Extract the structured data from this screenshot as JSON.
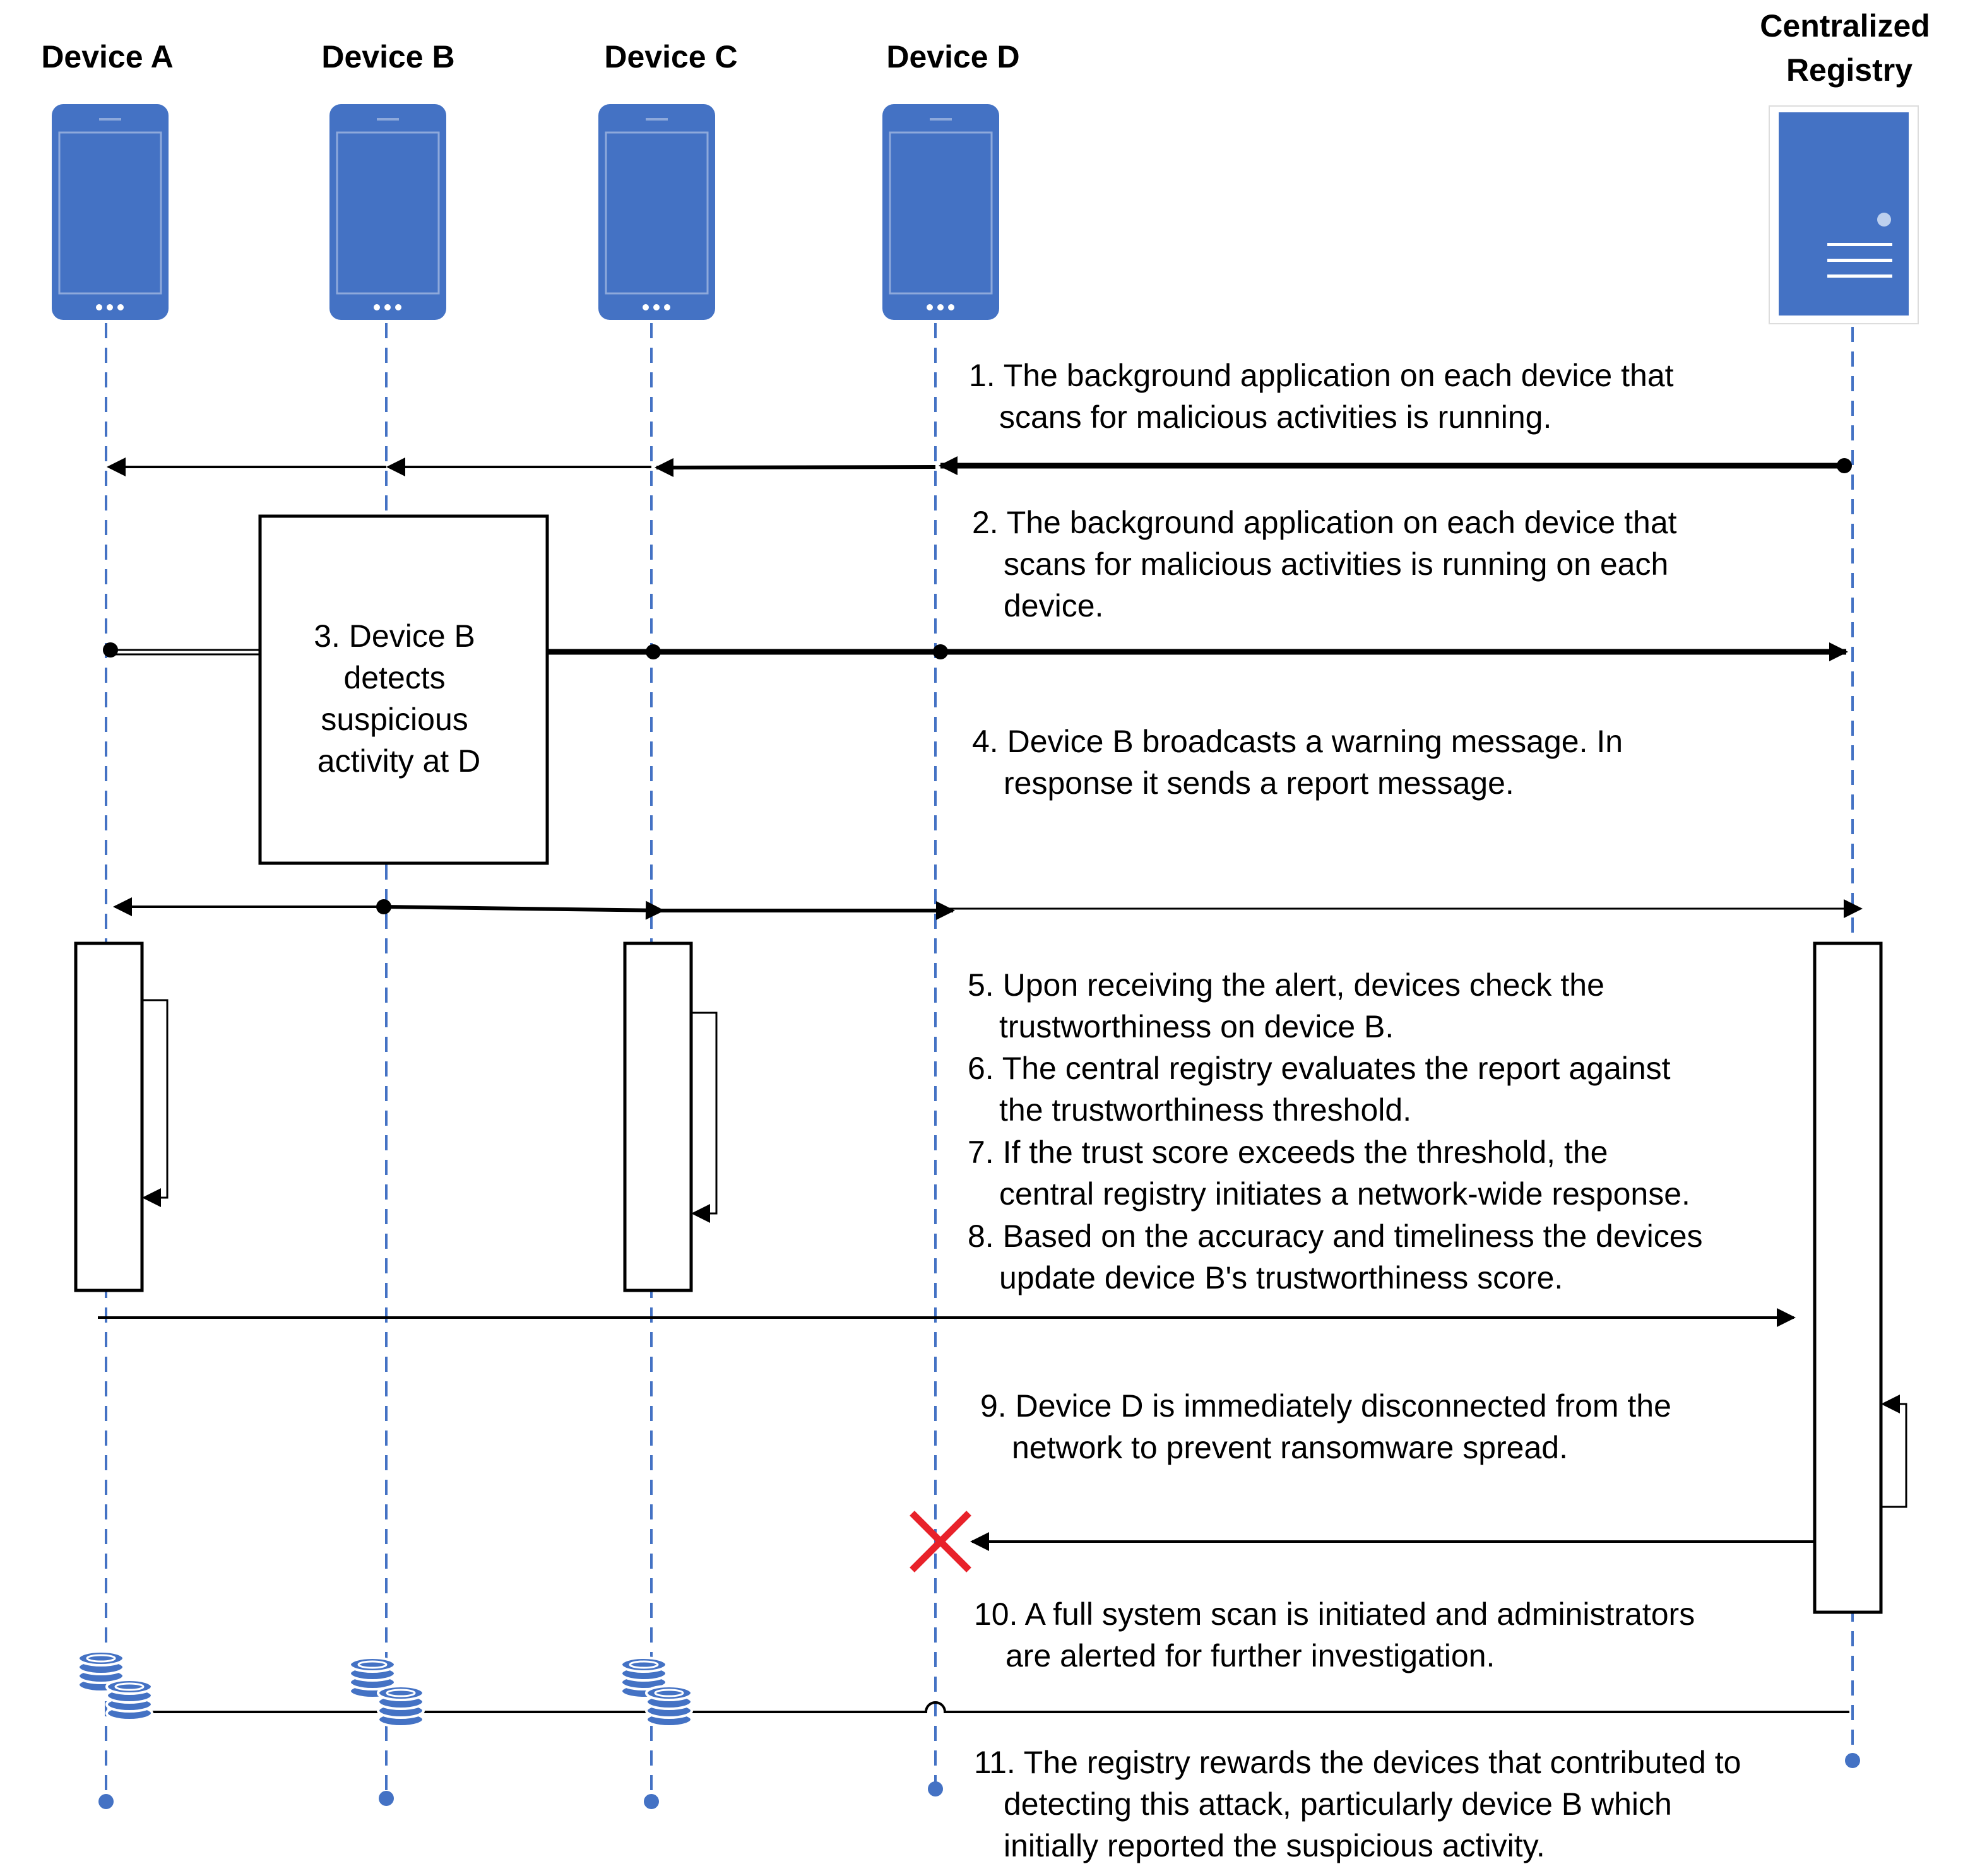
{
  "participants": [
    {
      "id": "a",
      "label": "Device A"
    },
    {
      "id": "b",
      "label": "Device B"
    },
    {
      "id": "c",
      "label": "Device C"
    },
    {
      "id": "d",
      "label": "Device D"
    },
    {
      "id": "registry",
      "label_lines": [
        "Centralized",
        "Registry"
      ]
    }
  ],
  "steps": {
    "s1": [
      "1. The background application on each device that",
      "scans for malicious activities is running."
    ],
    "s2": [
      "2. The background application on each device that",
      "scans for malicious activities is running on each",
      "device."
    ],
    "s3": [
      "3. Device B",
      "detects",
      "suspicious",
      "activity at D"
    ],
    "s4": [
      "4. Device B broadcasts a warning message. In",
      "response it sends a report message."
    ],
    "s5": [
      "5. Upon receiving the alert, devices check the",
      "trustworthiness on device B."
    ],
    "s6": [
      "6. The central registry evaluates the report against",
      "the trustworthiness threshold."
    ],
    "s7": [
      "7. If the trust score exceeds the threshold, the",
      "central registry initiates a network-wide response."
    ],
    "s8": [
      "8. Based on the accuracy and timeliness the devices",
      "update device B's trustworthiness score."
    ],
    "s9": [
      "9. Device D is immediately disconnected from the",
      "network to prevent ransomware spread."
    ],
    "s10": [
      "10. A full system scan is initiated and administrators",
      "are alerted for further investigation."
    ],
    "s11": [
      "11. The registry rewards the devices that contributed to",
      "detecting this attack, particularly device B which",
      "initially reported the suspicious activity."
    ]
  },
  "icons": {
    "device": "smartphone-icon",
    "registry": "server-icon",
    "reward": "coins-icon",
    "disconnect": "red-x-icon"
  },
  "colors": {
    "device_fill": "#4472C4",
    "lifeline": "#4472C4",
    "arrow": "#000000",
    "disconnect": "#E8222A"
  }
}
